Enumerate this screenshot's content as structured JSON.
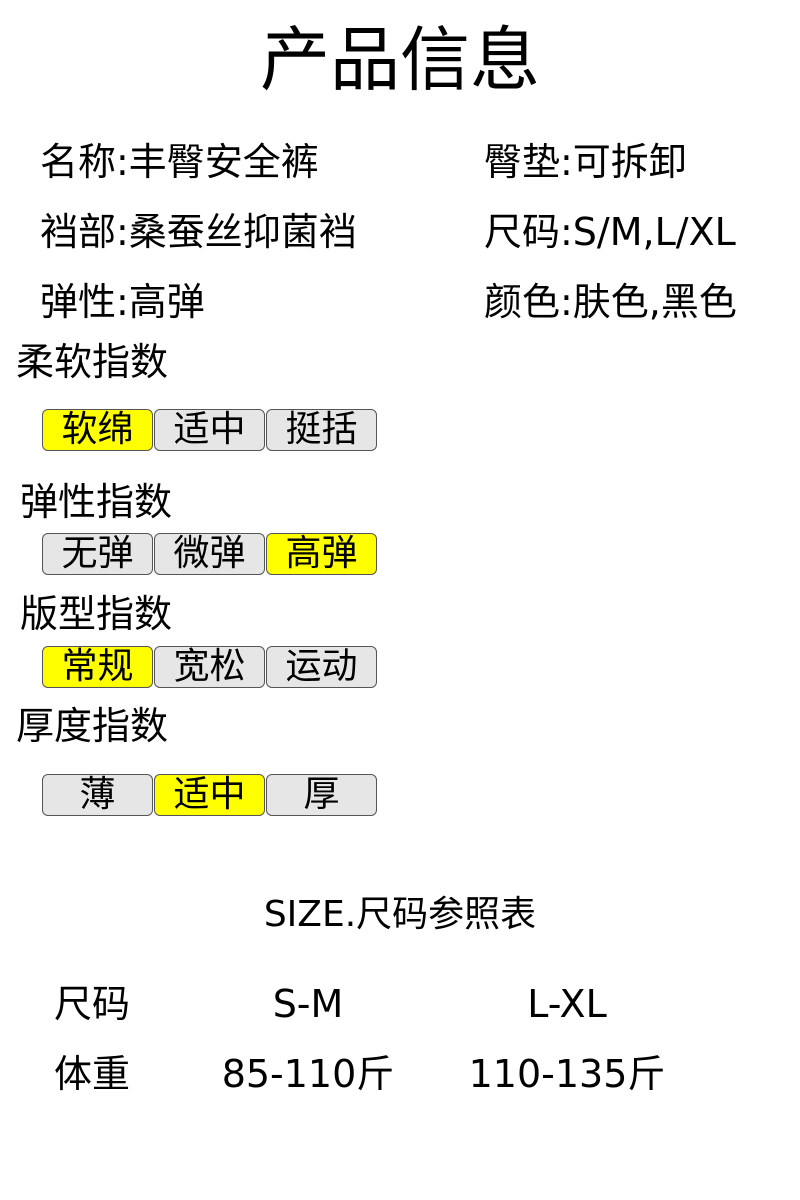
{
  "page_title": "产品信息",
  "info": {
    "name": "名称:丰臀安全裤",
    "pad": "臀垫:可拆卸",
    "crotch": "裆部:桑蚕丝抑菌裆",
    "size": "尺码:S/M,L/XL",
    "elasticity": "弹性:高弹",
    "color": "颜色:肤色,黑色"
  },
  "indices": [
    {
      "title": "柔软指数",
      "options": [
        {
          "label": "软绵",
          "selected": true
        },
        {
          "label": "适中",
          "selected": false
        },
        {
          "label": "挺括",
          "selected": false
        }
      ]
    },
    {
      "title": "弹性指数",
      "options": [
        {
          "label": "无弹",
          "selected": false
        },
        {
          "label": "微弹",
          "selected": false
        },
        {
          "label": "高弹",
          "selected": true
        }
      ]
    },
    {
      "title": "版型指数",
      "options": [
        {
          "label": "常规",
          "selected": true
        },
        {
          "label": "宽松",
          "selected": false
        },
        {
          "label": "运动",
          "selected": false
        }
      ]
    },
    {
      "title": "厚度指数",
      "options": [
        {
          "label": "薄",
          "selected": false
        },
        {
          "label": "适中",
          "selected": true
        },
        {
          "label": "厚",
          "selected": false
        }
      ]
    }
  ],
  "size_chart": {
    "title": "SIZE.尺码参照表",
    "header": [
      "尺码",
      "S-M",
      "L-XL"
    ],
    "rows": [
      [
        "体重",
        "85-110斤",
        "110-135斤"
      ]
    ]
  },
  "colors": {
    "selected_option": "#ffff00",
    "unselected_option": "#e6e6e6",
    "border": "#555555"
  }
}
